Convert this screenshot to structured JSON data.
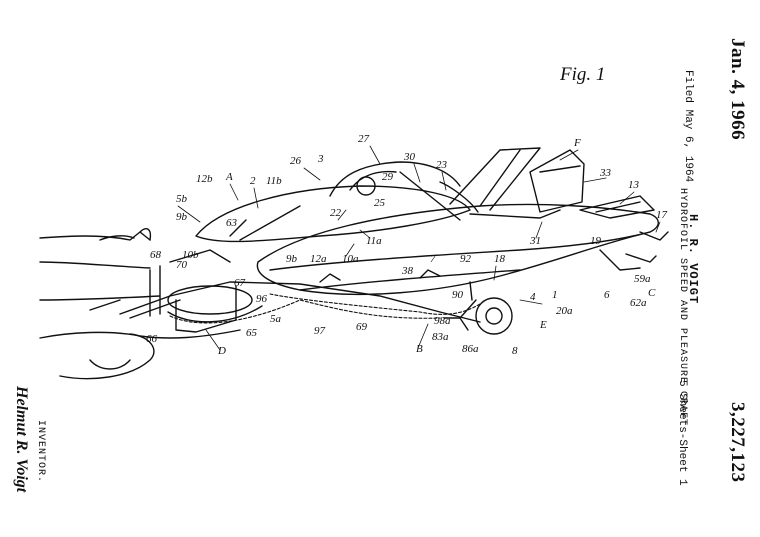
{
  "header": {
    "date": "Jan. 4, 1966",
    "filed": "Filed May 6, 1964",
    "inventor_name": "H. R. VOIGT",
    "title": "HYDROFOIL SPEED AND PLEASURE CRAFT",
    "patent_number": "3,227,123",
    "sheets": "5 Sheets-Sheet 1"
  },
  "figure": {
    "label": "Fig. 1",
    "reference_numerals": [
      "27",
      "26",
      "3",
      "30",
      "23",
      "F",
      "33",
      "13",
      "17",
      "12b",
      "A",
      "2",
      "11b",
      "29",
      "25",
      "5b",
      "9b",
      "63",
      "22",
      "11a",
      "31",
      "19",
      "68",
      "10b",
      "70",
      "9b",
      "12a",
      "10a",
      "7",
      "92",
      "18",
      "62a",
      "59a",
      "C",
      "6",
      "4",
      "1",
      "20a",
      "E",
      "38",
      "90",
      "67",
      "96",
      "5a",
      "65",
      "97",
      "69",
      "98a",
      "83a",
      "B",
      "86a",
      "8",
      "66",
      "D"
    ]
  },
  "inventor": {
    "label": "INVENTOR.",
    "signature": "Helmut R. Voigt"
  }
}
